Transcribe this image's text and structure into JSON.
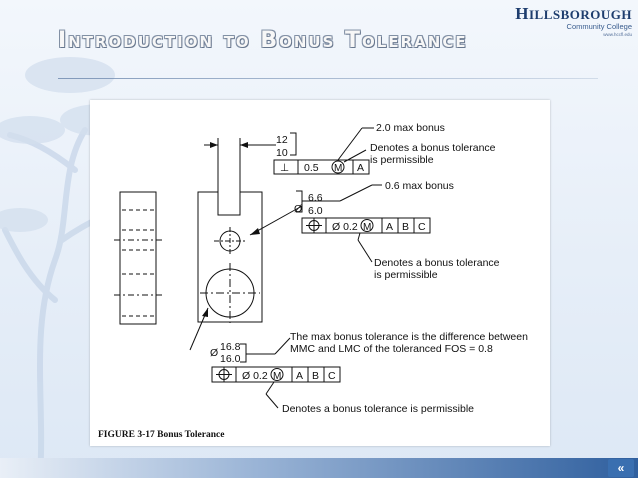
{
  "logo": {
    "first_letter": "H",
    "rest": "ILLSBOROUGH",
    "subtitle": "Community College",
    "url": "www.hccfl.edu"
  },
  "slide": {
    "title": "Introduction to Bonus Tolerance"
  },
  "figure": {
    "caption": "FIGURE 3-17  Bonus Tolerance",
    "dim_width_upper": "12",
    "dim_width_lower": "10",
    "fcf1": {
      "symbol": "⊥",
      "tolerance": "0.5",
      "modifier": "M",
      "datum_a": "A"
    },
    "note_max_bonus_2": "2.0 max bonus",
    "note_bonus_perm_1_line1": "Denotes a bonus tolerance",
    "note_bonus_perm_1_line2": "is permissible",
    "dia_small_prefix": "Ø",
    "dia_small_upper": "6.6",
    "dia_small_lower": "6.0",
    "note_max_bonus_06": "0.6 max bonus",
    "fcf2": {
      "symbol": "⊕",
      "tolerance": "Ø 0.2",
      "modifier": "M",
      "datum_a": "A",
      "datum_b": "B",
      "datum_c": "C"
    },
    "note_bonus_perm_2_line1": "Denotes a bonus tolerance",
    "note_bonus_perm_2_line2": "is permissible",
    "dia_large_prefix": "Ø",
    "dia_large_upper": "16.8",
    "dia_large_lower": "16.0",
    "note_max_diff_line1": "The max bonus tolerance is the difference between",
    "note_max_diff_line2": "MMC and LMC of the toleranced FOS = 0.8",
    "fcf3": {
      "symbol": "⊕",
      "tolerance": "Ø 0.2",
      "modifier": "M",
      "datum_a": "A",
      "datum_b": "B",
      "datum_c": "C"
    },
    "note_bonus_perm_3": "Denotes a bonus tolerance is permissible"
  },
  "nav": {
    "icon": "prev-slide-icon"
  }
}
